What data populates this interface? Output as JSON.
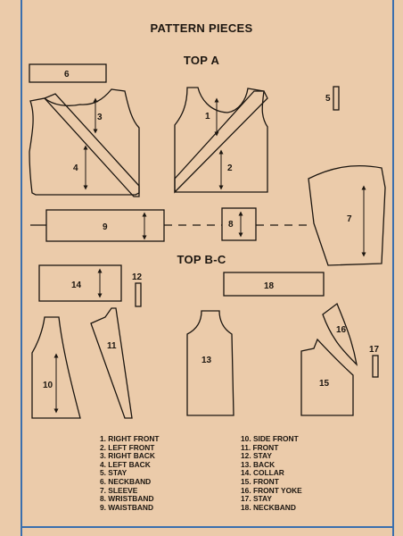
{
  "title": "PATTERN PIECES",
  "sections": {
    "top_a": "TOP A",
    "top_bc": "TOP B-C"
  },
  "piece_labels": {
    "p1": "1",
    "p2": "2",
    "p3": "3",
    "p4": "4",
    "p5": "5",
    "p6": "6",
    "p7": "7",
    "p8": "8",
    "p9": "9",
    "p10": "10",
    "p11": "11",
    "p12": "12",
    "p13": "13",
    "p14": "14",
    "p15": "15",
    "p16": "16",
    "p17": "17",
    "p18": "18"
  },
  "legend_left": [
    "1. RIGHT FRONT",
    "2. LEFT FRONT",
    "3. RIGHT BACK",
    "4. LEFT BACK",
    "5. STAY",
    "6. NECKBAND",
    "7. SLEEVE",
    "8. WRISTBAND",
    "9. WAISTBAND"
  ],
  "legend_right": [
    "10. SIDE FRONT",
    "11. FRONT",
    "12. STAY",
    "13. BACK",
    "14. COLLAR",
    "15. FRONT",
    "16. FRONT YOKE",
    "17. STAY",
    "18. NECKBAND"
  ],
  "colors": {
    "paper": "#ebcbaa",
    "ink": "#1c1610",
    "border": "#3a6fae"
  }
}
